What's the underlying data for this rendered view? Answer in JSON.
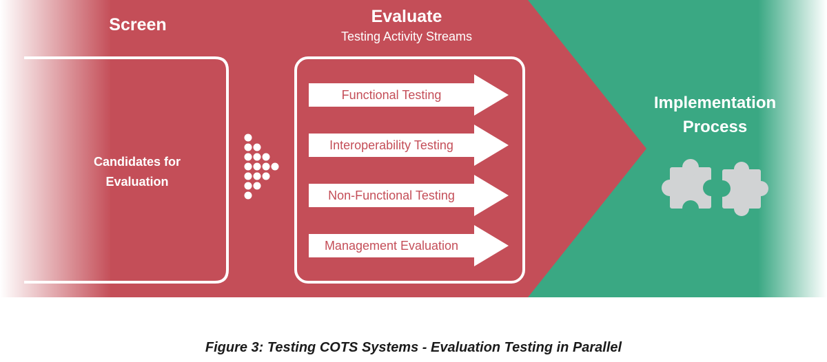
{
  "screen": {
    "title": "Screen",
    "box_text_line1": "Candidates for",
    "box_text_line2": "Evaluation"
  },
  "evaluate": {
    "title": "Evaluate",
    "subtitle": "Testing Activity Streams",
    "streams": [
      {
        "label": "Functional Testing"
      },
      {
        "label": "Interoperability Testing"
      },
      {
        "label": "Non-Functional Testing"
      },
      {
        "label": "Management Evaluation"
      }
    ]
  },
  "implementation": {
    "line1": "Implementation",
    "line2": "Process"
  },
  "caption": "Figure 3: Testing COTS Systems - Evaluation Testing in Parallel",
  "colors": {
    "red": "#c44e58",
    "green": "#3aa883",
    "puzzle": "#d1d3d4",
    "white": "#ffffff"
  },
  "icons": [
    "dot-arrow-icon",
    "puzzle-piece-icon",
    "puzzle-piece-icon"
  ]
}
